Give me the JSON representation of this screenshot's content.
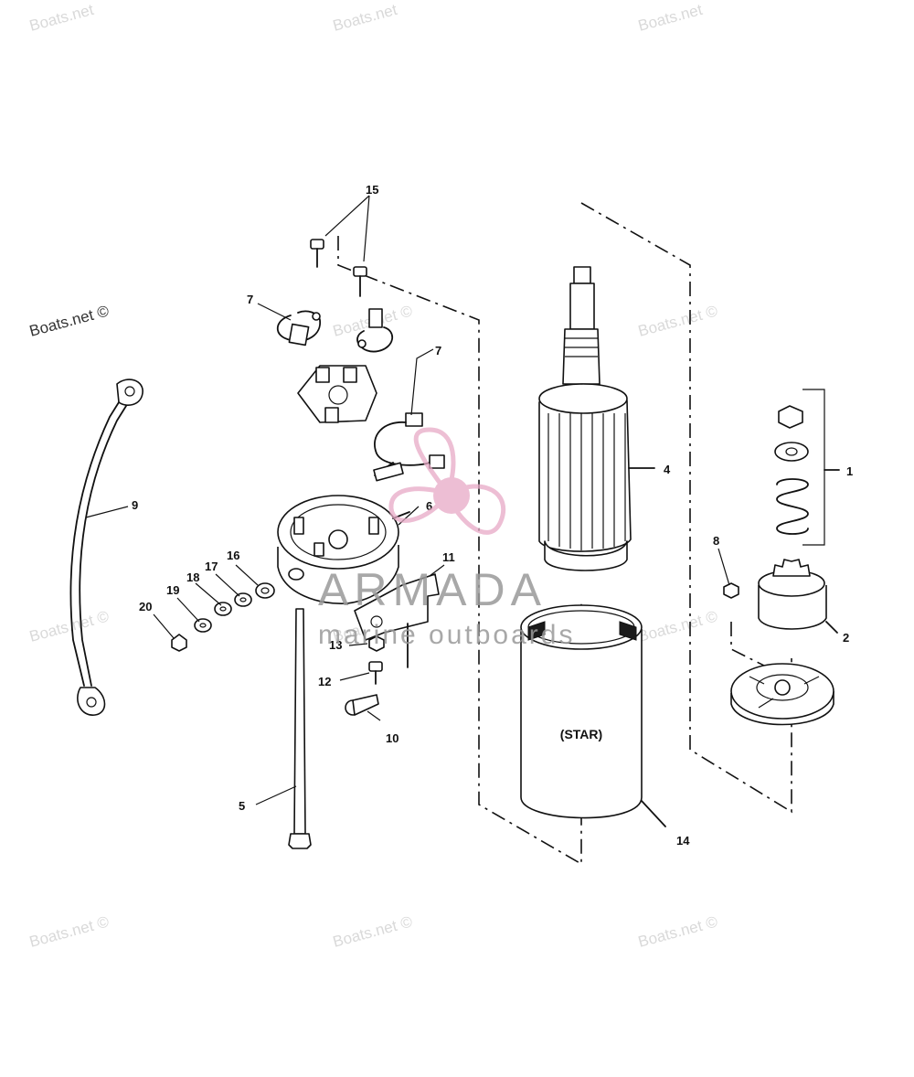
{
  "watermarks": [
    "Boats.net",
    "Boats.net",
    "Boats.net",
    "Boats.net ©",
    "Boats.net ©",
    "Boats.net ©",
    "Boats.net ©",
    "Boats.net ©",
    "Boats.net ©",
    "Boats.net ©",
    "Boats.net ©",
    "Boats.net ©"
  ],
  "brand": {
    "name": "ARMADA",
    "tagline": "marine outboards"
  },
  "housing_marking": "(STAR)",
  "callouts": [
    "1",
    "2",
    "4",
    "5",
    "6",
    "7",
    "7",
    "8",
    "9",
    "10",
    "11",
    "12",
    "13",
    "14",
    "15",
    "16",
    "17",
    "18",
    "19",
    "20"
  ]
}
